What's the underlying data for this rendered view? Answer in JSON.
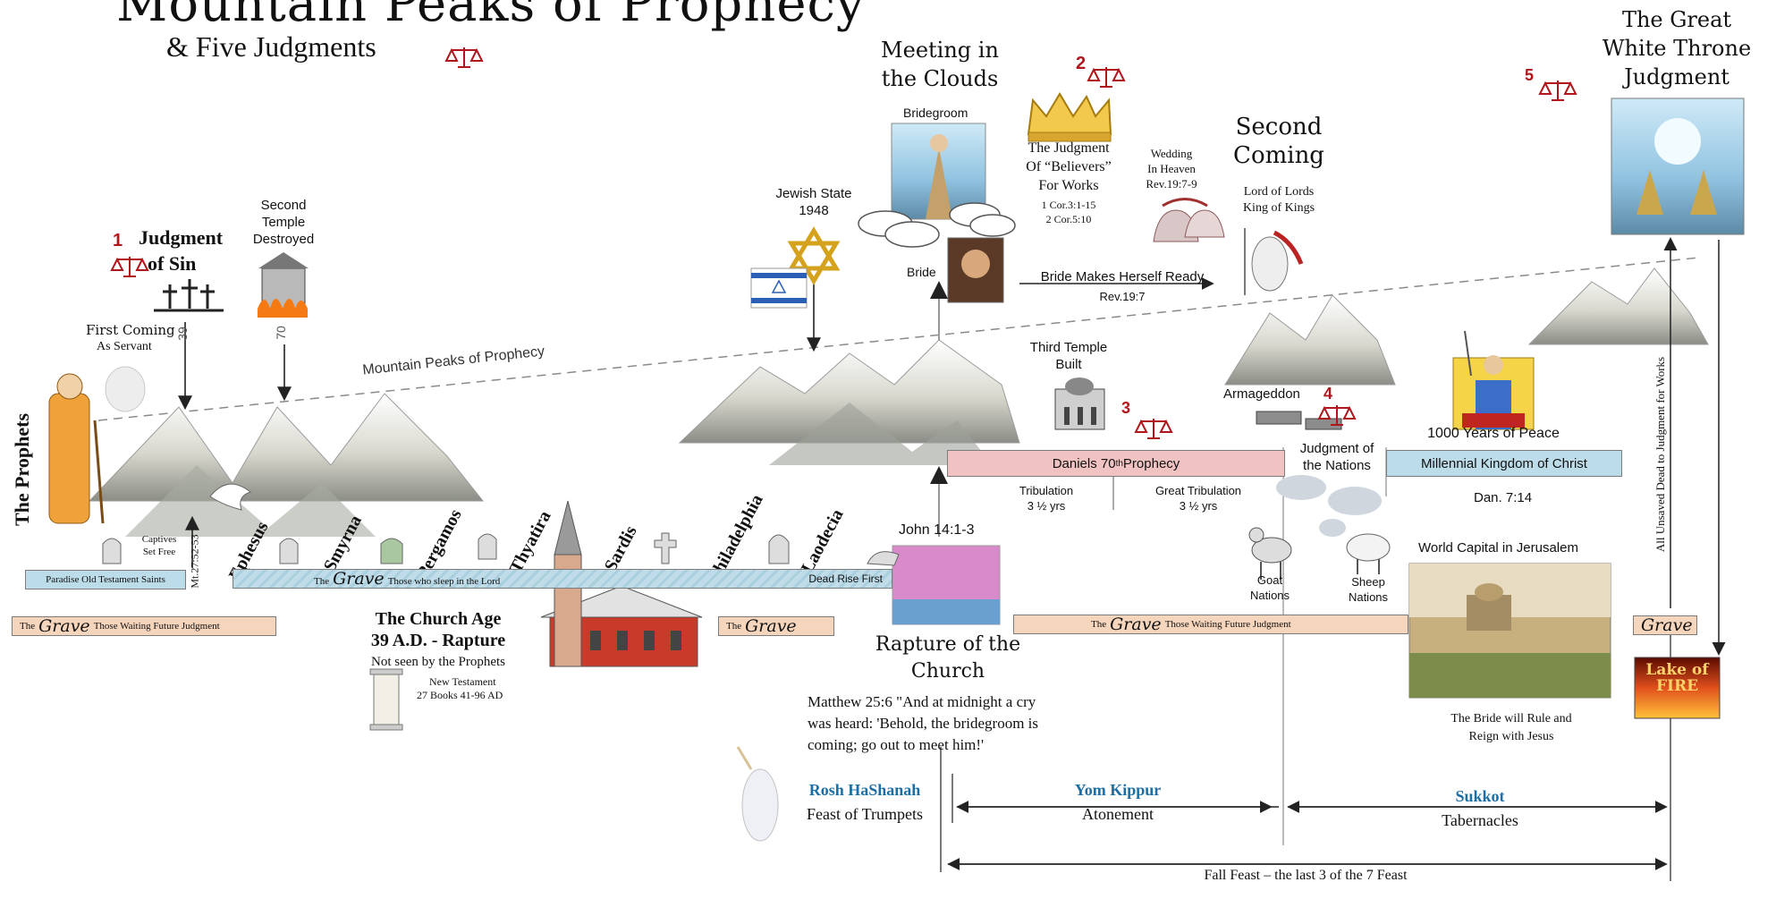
{
  "title": "Mountain Peaks of Prophecy",
  "subtitle": "& Five Judgments",
  "colors": {
    "judgment_red": "#b0161c",
    "grave_peach": "#f6d5bd",
    "kingdom_blue": "#bcdce9",
    "prophecy_pink": "#f0c2c2",
    "feast_blue": "#1c6fa6"
  },
  "judgments": {
    "j1": {
      "number": "1",
      "label_line1": "Judgment",
      "label_line2": "of Sin"
    },
    "j2": {
      "number": "2",
      "line1": "The Judgment",
      "line2": "Of “Believers”",
      "line3": "For Works",
      "ref1": "1 Cor.3:1-15",
      "ref2": "2 Cor.5:10"
    },
    "j3": {
      "number": "3"
    },
    "j4": {
      "number": "4",
      "label_line1": "Judgment of",
      "label_line2": "the Nations"
    },
    "j5": {
      "number": "5",
      "line1": "The Great",
      "line2": "White Throne",
      "line3": "Judgment"
    }
  },
  "events": {
    "second_temple": {
      "line1": "Second",
      "line2": "Temple",
      "line3": "Destroyed",
      "year": "70"
    },
    "first_coming": {
      "line1": "First Coming",
      "line2": "As Servant",
      "year": "39"
    },
    "jewish_state": {
      "line1": "Jewish State",
      "line2": "1948"
    },
    "meeting": {
      "line1": "Meeting in",
      "line2": "the Clouds",
      "bridegroom": "Bridegroom",
      "bride": "Bride"
    },
    "wedding": {
      "line1": "Wedding",
      "line2": "In Heaven",
      "ref": "Rev.19:7-9"
    },
    "second_coming": {
      "line1": "Second",
      "line2": "Coming",
      "sub1": "Lord of Lords",
      "sub2": "King of Kings"
    },
    "bride_ready": {
      "label": "Bride Makes Herself Ready",
      "ref": "Rev.19:7"
    },
    "third_temple": {
      "line1": "Third Temple",
      "line2": "Built"
    },
    "armageddon": "Armageddon",
    "thousand_years": "1000 Years of Peace",
    "mountain_peaks": "Mountain Peaks of Prophecy",
    "prophets": "The Prophets",
    "captives": {
      "line1": "Captives",
      "line2": "Set Free"
    },
    "mt_ref": "Mt.27:52-53",
    "john": "John 14:1-3",
    "rapture": {
      "line1": "Rapture of the",
      "line2": "Church"
    },
    "matthew": {
      "line1": "Matthew 25:6 \"And at midnight a cry",
      "line2": "was heard: 'Behold, the bridegroom is",
      "line3": "coming; go out to meet him!'"
    },
    "goat": {
      "line1": "Goat",
      "line2": "Nations"
    },
    "sheep": {
      "line1": "Sheep",
      "line2": "Nations"
    },
    "world_capital": "World Capital in Jerusalem",
    "bride_rule": {
      "line1": "The Bride will Rule and",
      "line2": "Reign with Jesus"
    },
    "unsaved": "All Unsaved Dead to Judgment for Works",
    "lake_of_fire": "Lake of FIRE",
    "dan": "Dan. 7:14"
  },
  "churches": [
    "Ephesus",
    "Smyrna",
    "Pergamos",
    "Thyatira",
    "Sardis",
    "Philadelphia",
    "Laodecia"
  ],
  "church_age": {
    "line1": "The Church Age",
    "line2": "39 A.D. - Rapture",
    "line3": "Not seen by the Prophets",
    "nt1": "New Testament",
    "nt2": "27 Books  41-96 AD"
  },
  "bars": {
    "paradise": "Paradise Old Testament Saints",
    "grave_word": "Grave",
    "the": "The",
    "sleep": "Those who sleep in the Lord",
    "dead_rise": "Dead Rise First",
    "waiting": "Those Waiting Future Judgment",
    "daniels_pre": "Daniels 70",
    "daniels_sup": "th",
    "daniels_post": " Prophecy",
    "millennial": "Millennial Kingdom of Christ",
    "tribulation": {
      "line1": "Tribulation",
      "line2": "3 ½ yrs"
    },
    "great_tribulation": {
      "line1": "Great Tribulation",
      "line2": "3 ½ yrs"
    }
  },
  "feasts": [
    {
      "name": "Rosh HaShanah",
      "sub": "Feast of Trumpets"
    },
    {
      "name": "Yom Kippur",
      "sub": "Atonement"
    },
    {
      "name": "Sukkot",
      "sub": "Tabernacles"
    }
  ],
  "fall_feast": "Fall Feast – the last 3 of the 7 Feast"
}
